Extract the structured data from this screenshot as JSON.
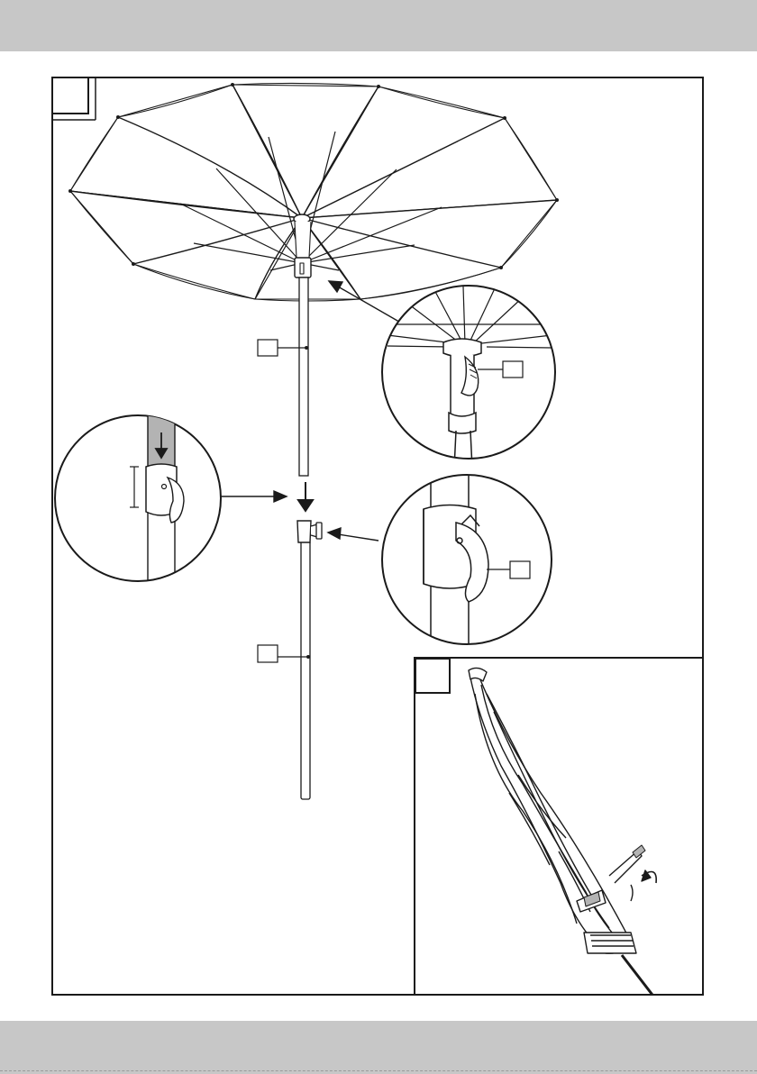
{
  "page": {
    "header_band_color": "#c7c7c7",
    "footer_band_color": "#c7c7c7",
    "line_color": "#1a1a1a",
    "shaded_pole_color": "#b3b3b3"
  },
  "figures": [
    {
      "id": "figure-1",
      "label": "",
      "description_icon": "umbrella-assembly"
    },
    {
      "id": "figure-2",
      "label": "",
      "description_icon": "closed-umbrella"
    }
  ],
  "callouts": [
    {
      "id": "upper-pole-callout",
      "label": ""
    },
    {
      "id": "crank-callout",
      "label": ""
    },
    {
      "id": "lower-pole-callout",
      "label": ""
    },
    {
      "id": "tilt-handle-callout",
      "label": ""
    }
  ]
}
